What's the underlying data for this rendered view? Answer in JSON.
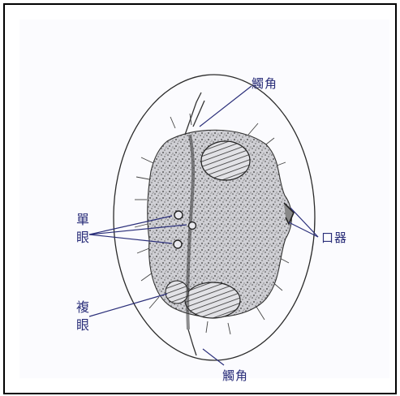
{
  "labels": {
    "antenna_top": "觸角",
    "antenna_bottom": "觸角",
    "simple_eye": "單眼",
    "compound_eye": "複眼",
    "mouthparts": "口器"
  },
  "colors": {
    "ink": "#2b2f7a",
    "pencil": "#3a3a3a",
    "paper": "#fbfbfe",
    "frame": "#000000"
  }
}
